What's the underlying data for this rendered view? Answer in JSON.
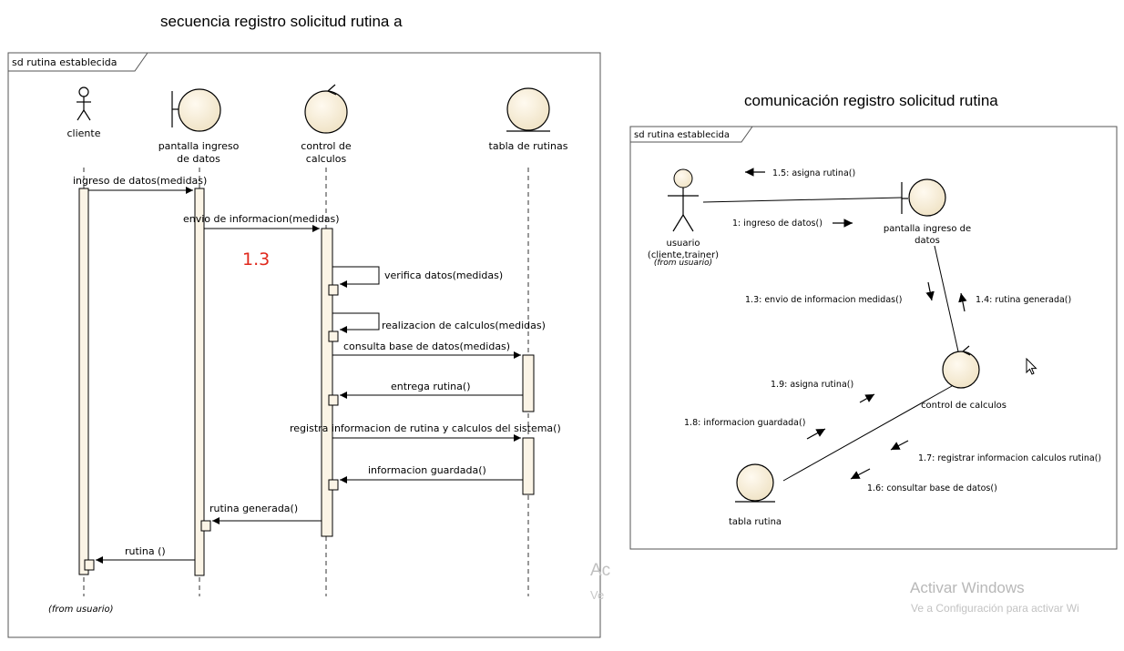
{
  "page_titles": {
    "sequence": "secuencia registro solicitud rutina a",
    "communication": "comunicación registro solicitud rutina"
  },
  "sequence_diagram": {
    "frame_label": "sd rutina establecida",
    "footer_note": "(from usuario)",
    "annotation": "1.3",
    "annotation_color": "#e0281c",
    "lifeline_fill": "#fbf4e6",
    "lifelines": {
      "cliente": "cliente",
      "pantalla_line1": "pantalla ingreso",
      "pantalla_line2": "de datos",
      "control_line1": "control de",
      "control_line2": "calculos",
      "tabla": "tabla de rutinas"
    },
    "messages": {
      "m1": "ingreso de datos(medidas)",
      "m2": "envio de informacion(medidas)",
      "m3": "verifica datos(medidas)",
      "m4": "realizacion de calculos(medidas)",
      "m5": "consulta base de datos(medidas)",
      "m6": "entrega rutina()",
      "m7": "registra informacion de rutina y calculos del sistema()",
      "m8": "informacion guardada()",
      "m9": "rutina generada()",
      "m10": "rutina ()"
    }
  },
  "communication_diagram": {
    "frame_label": "sd rutina establecida",
    "actor_line1": "usuario",
    "actor_line2": "(cliente,trainer)",
    "actor_note": "(from usuario)",
    "pantalla_line1": "pantalla ingreso de",
    "pantalla_line2": "datos",
    "control": "control de calculos",
    "tabla": "tabla rutina",
    "messages": {
      "m1": "1: ingreso de datos()",
      "m13": "1.3: envio de informacion medidas()",
      "m14": "1.4: rutina generada()",
      "m15": "1.5: asigna rutina()",
      "m16": "1.6: consultar base de datos()",
      "m17": "1.7: registrar informacion calculos rutina()",
      "m18": "1.8: informacion guardada()",
      "m19": "1.9: asigna rutina()"
    }
  },
  "watermark": {
    "line1": "Activar Windows",
    "line2": "Ve a Configuración para activar Wi",
    "partial1": "Ac",
    "partial2": "Ve"
  }
}
